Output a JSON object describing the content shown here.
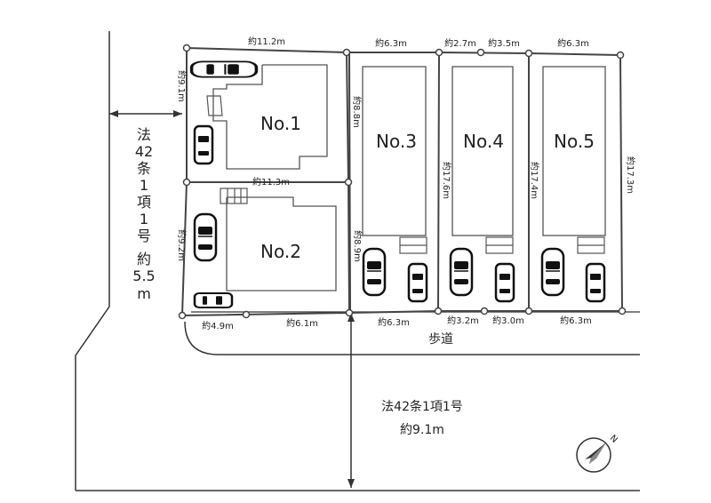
{
  "lots": {
    "no1": "No.1",
    "no2": "No.2",
    "no3": "No.3",
    "no4": "No.4",
    "no5": "No.5"
  },
  "dims": {
    "no1_top": "約11.2m",
    "no1_left": "約9.1m",
    "no1_right": "約8.8m",
    "no2_top": "約11.3m",
    "no2_left": "約9.2m",
    "no2_right": "約8.9m",
    "no2_bottom_a": "約4.9m",
    "no2_bottom_b": "約6.1m",
    "no3_top": "約6.3m",
    "no3_side": "約17.6m",
    "no3_bottom": "約6.3m",
    "no4_top_a": "約2.7m",
    "no4_top_b": "約3.5m",
    "no4_side": "約17.4m",
    "no4_bottom_a": "約3.2m",
    "no4_bottom_b": "約3.0m",
    "no5_top": "約6.3m",
    "no5_side": "約17.3m",
    "no5_bottom": "約6.3m"
  },
  "road_west": [
    "法",
    "42",
    "条",
    "1",
    "項",
    "1",
    "号",
    "約",
    "5.5",
    "m"
  ],
  "road_south": {
    "line1": "法42条1項1号",
    "line2": "約9.1m"
  },
  "sidewalk": "歩道",
  "compass": "N"
}
